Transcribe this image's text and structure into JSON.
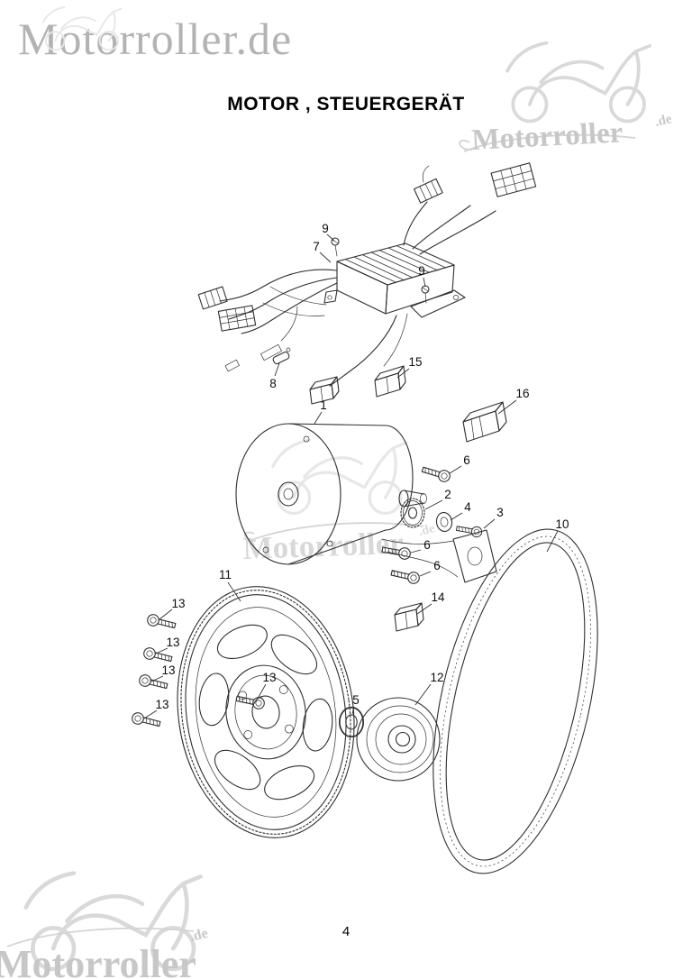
{
  "page": {
    "title": "MOTOR , STEUERGERÄT",
    "page_number": "4"
  },
  "watermarks": {
    "logo_top_left": "Motorroller.de",
    "brand": "Motorroller",
    "de_suffix": ".de"
  },
  "callouts": [
    {
      "label": "9"
    },
    {
      "label": "7"
    },
    {
      "label": "9"
    },
    {
      "label": "8"
    },
    {
      "label": "15"
    },
    {
      "label": "16"
    },
    {
      "label": "1"
    },
    {
      "label": "6"
    },
    {
      "label": "2"
    },
    {
      "label": "4"
    },
    {
      "label": "3"
    },
    {
      "label": "10"
    },
    {
      "label": "6"
    },
    {
      "label": "6"
    },
    {
      "label": "14"
    },
    {
      "label": "11"
    },
    {
      "label": "13"
    },
    {
      "label": "13"
    },
    {
      "label": "13"
    },
    {
      "label": "13"
    },
    {
      "label": "13"
    },
    {
      "label": "5"
    },
    {
      "label": "12"
    }
  ]
}
